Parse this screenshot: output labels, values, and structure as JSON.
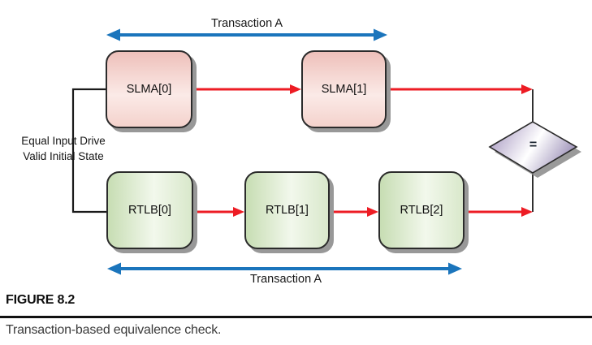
{
  "diagram": {
    "top_arrow_label": "Transaction A",
    "bottom_arrow_label": "Transaction A",
    "left_note_line1": "Equal Input Drive",
    "left_note_line2": "Valid Initial State",
    "top_row_boxes": [
      {
        "label": "SLMA[0]"
      },
      {
        "label": "SLMA[1]"
      }
    ],
    "bottom_row_boxes": [
      {
        "label": "RTLB[0]"
      },
      {
        "label": "RTLB[1]"
      },
      {
        "label": "RTLB[2]"
      }
    ],
    "comparator_label": "=",
    "colors": {
      "arrow_red": "#ed1c24",
      "arrow_blue": "#1b75bc",
      "connector_black": "#1a1a1a",
      "box_pink_top": "#eec0ba",
      "box_pink_light": "#fbeae7",
      "box_green_dark": "#c7ddb3",
      "box_green_light": "#f2f8ec",
      "diamond_purple_light": "#b1a4c8",
      "diamond_purple_dark": "#9184b0",
      "shadow_gray": "#989898"
    }
  },
  "caption": {
    "figure_label": "FIGURE 8.2",
    "figure_caption": "Transaction-based equivalence check."
  }
}
